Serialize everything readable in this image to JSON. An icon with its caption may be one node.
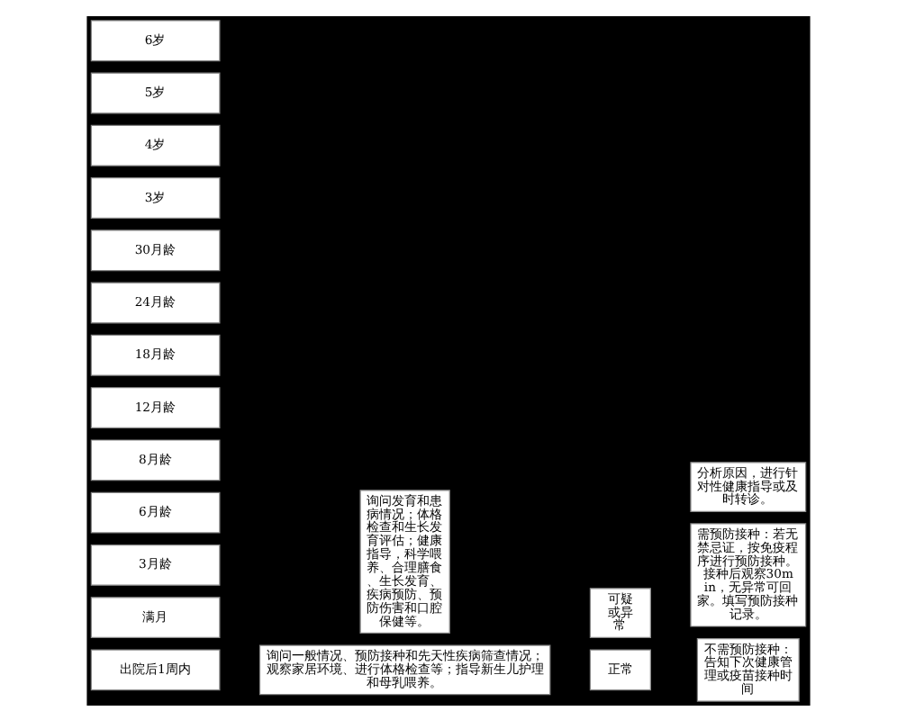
{
  "diagram": {
    "nodes": [
      {
        "text": [
          "出院后1周内"
        ]
      },
      {
        "text": [
          "满月"
        ]
      },
      {
        "text": [
          "3月龄"
        ]
      },
      {
        "text": [
          "6月龄"
        ]
      },
      {
        "text": [
          "8月龄"
        ]
      },
      {
        "text": [
          "12月龄"
        ]
      },
      {
        "text": [
          "18月龄"
        ]
      },
      {
        "text": [
          "24月龄"
        ]
      },
      {
        "text": [
          "30月龄"
        ]
      },
      {
        "text": [
          "3岁"
        ]
      },
      {
        "text": [
          "4岁"
        ]
      },
      {
        "text": [
          "5岁"
        ]
      },
      {
        "text": [
          "6岁"
        ]
      },
      {
        "text": [
          "询问一般情况、预防接种和先天性疾病筛查情况；观察家居环境、进行体格检查等；指导新生儿护理和母乳喂养。"
        ]
      },
      {
        "text": [
          "询问发育和患病情况；体格检查和生长发育评估；健康指导，科学喂养、合理膳食、生长发育、疾病预防、预防伤害和口腔保健等。"
        ]
      },
      {
        "text": [
          "正常"
        ]
      },
      {
        "text": [
          "不需预防接种：告知下次健康管理或疫苗接种时间"
        ]
      },
      {
        "text": [
          "需预防接种：若无禁忌证，按免疫程序进行预防接种。接种后观察30min，无异常可回家。填写预防接种记录。"
        ]
      },
      {
        "text": [
          "可疑或异常"
        ]
      },
      {
        "text": [
          "分析原因，进行针对性健康指导或及时转诊。"
        ]
      }
    ]
  }
}
